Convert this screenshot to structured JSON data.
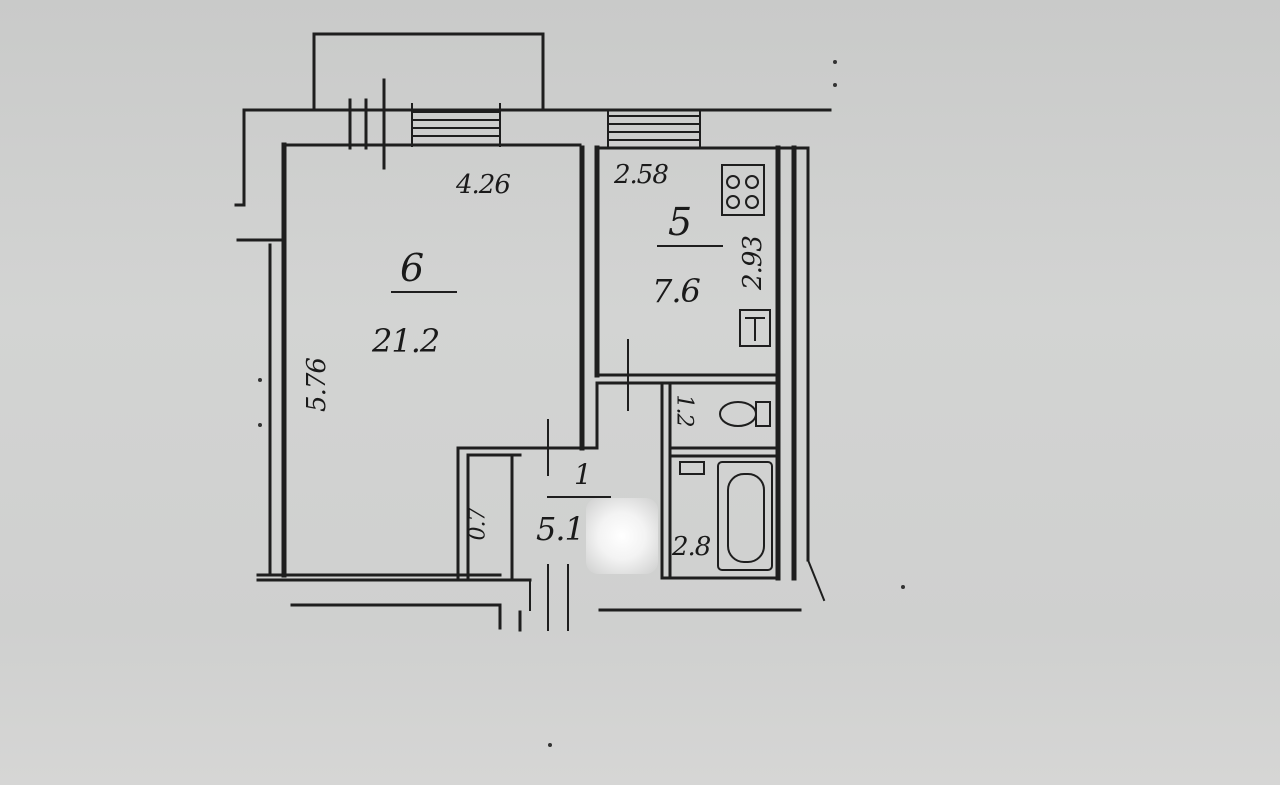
{
  "rooms": {
    "room6": {
      "number": "6",
      "area": "21.2",
      "width": "4.26",
      "length": "5.76"
    },
    "room5": {
      "number": "5",
      "area": "7.6",
      "width": "2.58",
      "length": "2.93"
    },
    "room1": {
      "number": "1",
      "area": "5.1"
    },
    "closet": {
      "area": "0.7"
    },
    "toilet": {
      "area": "1.2"
    },
    "bath": {
      "area": "2.8"
    }
  }
}
